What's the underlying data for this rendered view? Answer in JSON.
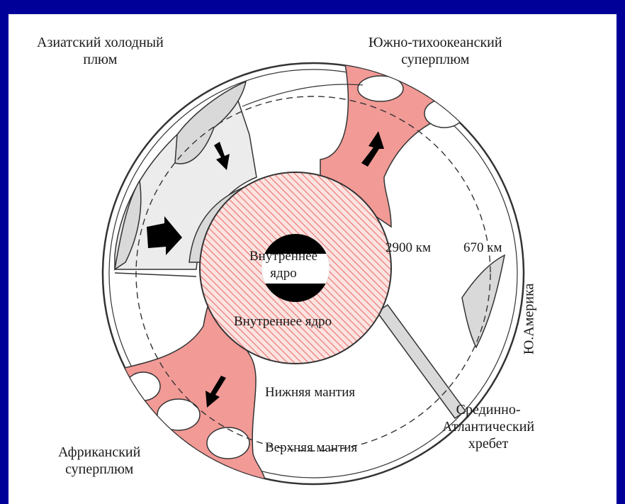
{
  "diagram": {
    "labels": {
      "asian_cold_plume": [
        "Азиатский холодный",
        "плюм"
      ],
      "south_pacific_superplume": [
        "Южно-тихоокеанский",
        "суперплюм"
      ],
      "inner_core": [
        "Внутреннее",
        "ядро"
      ],
      "outer_core": "Внутреннее ядро",
      "depth_2900": "2900 км",
      "depth_670": "670 км",
      "south_america": "Ю.Америка",
      "lower_mantle": "Нижняя мантия",
      "upper_mantle": "Верхняя мантия",
      "mid_atlantic_ridge": [
        "Срединно-",
        "Атлантический",
        "хребет"
      ],
      "african_superplume": [
        "Африканский",
        "суперплюм"
      ]
    },
    "colors": {
      "background": "#000099",
      "slide": "#ffffff",
      "superplume": "#f29a96",
      "cold_slab": "#d9d9d9",
      "core_hatch": "#e8706a",
      "inner_core_fill": "#000000",
      "outline": "#333333"
    }
  }
}
